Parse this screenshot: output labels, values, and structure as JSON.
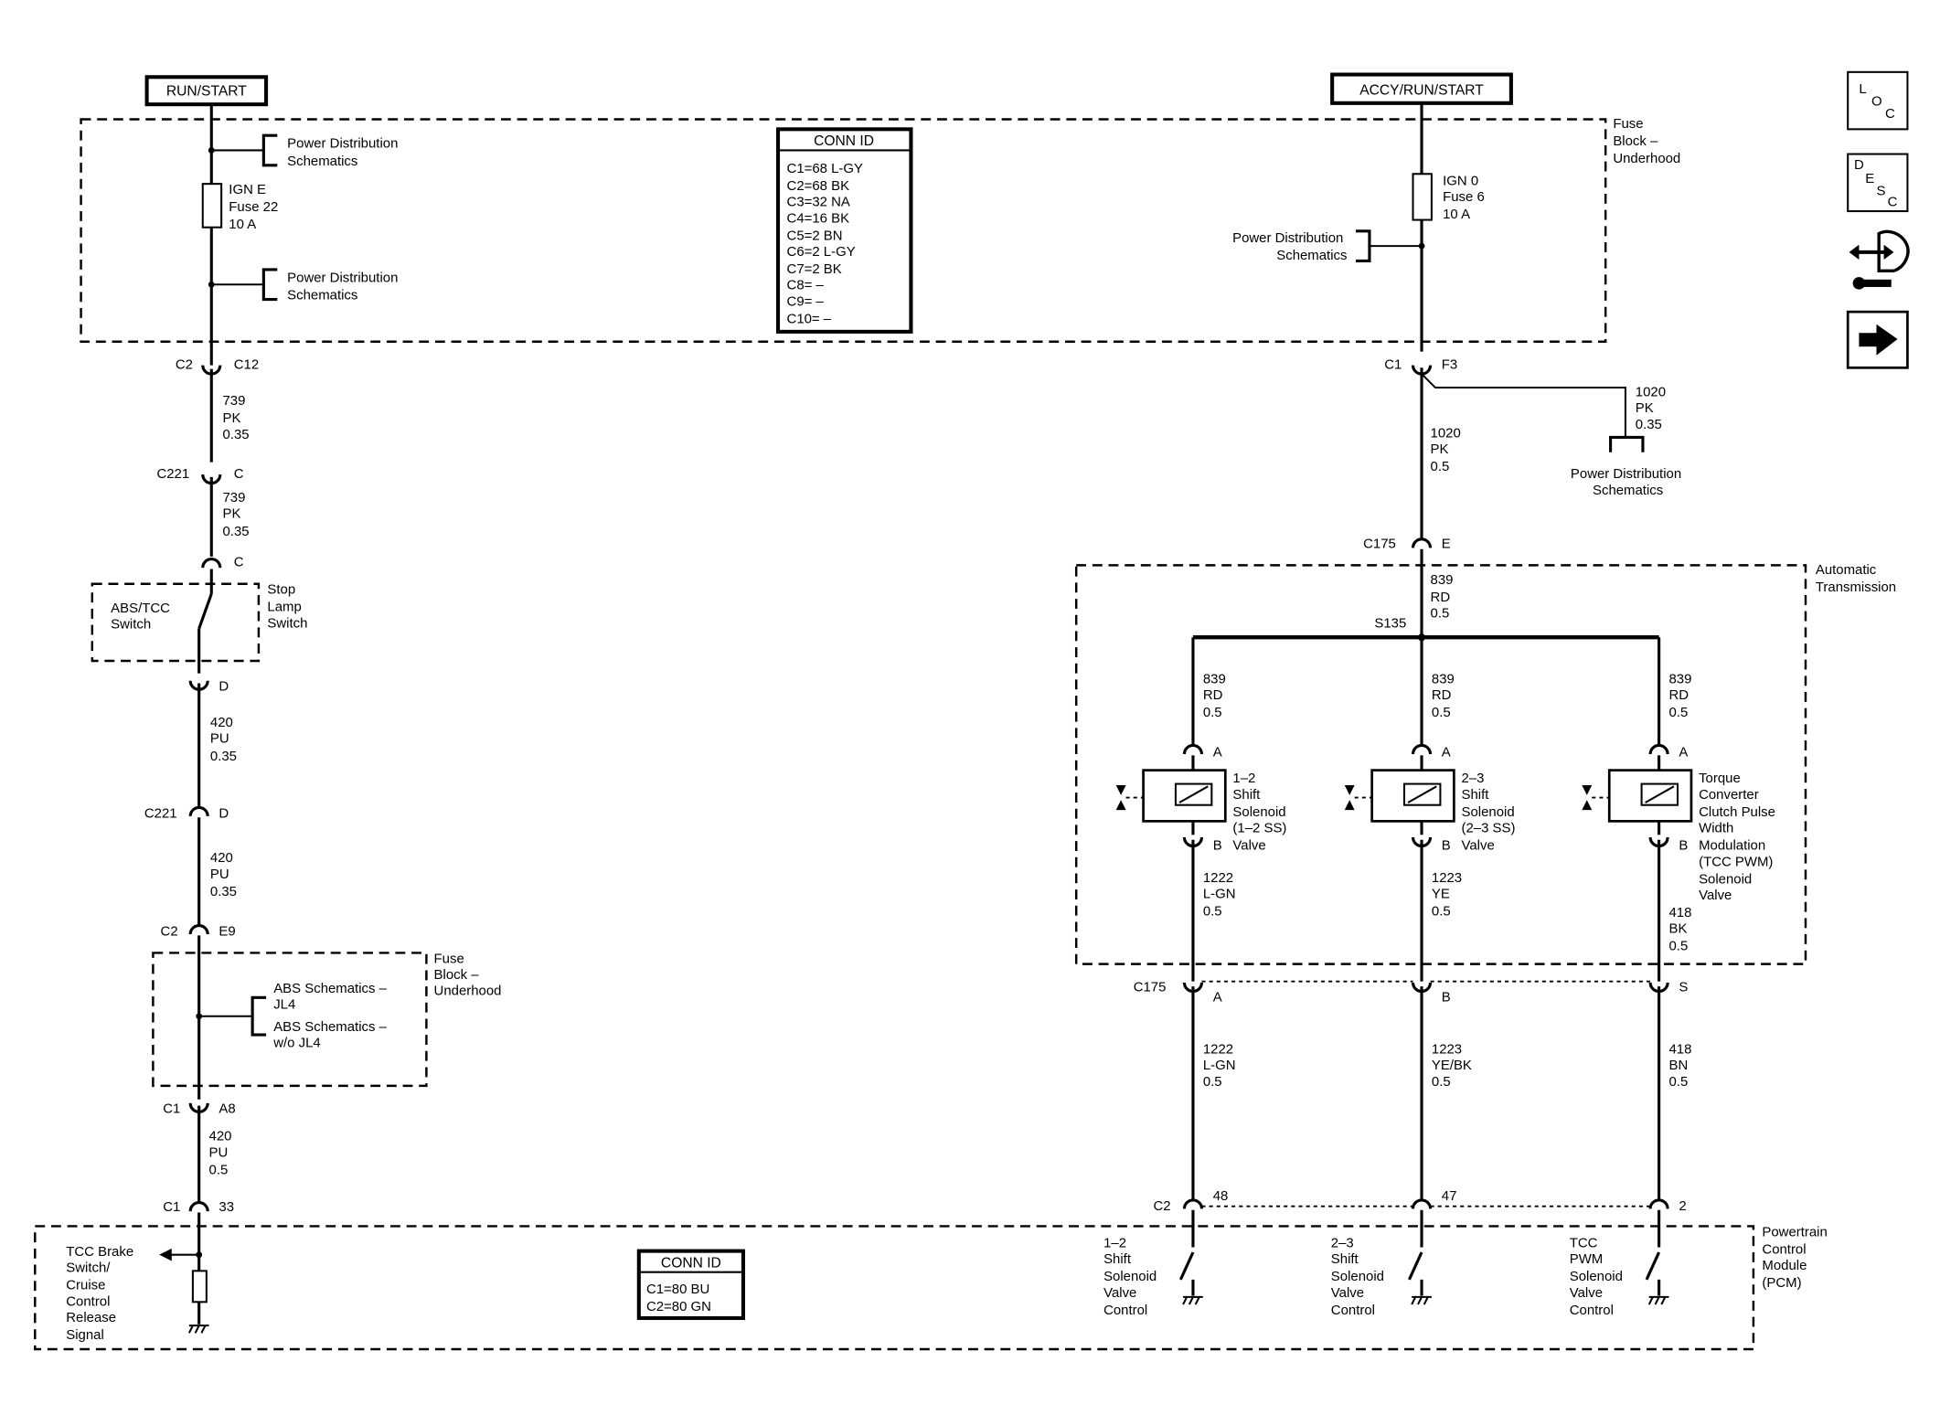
{
  "power_sources": {
    "left": "RUN/START",
    "right": "ACCY/RUN/START"
  },
  "conn_id_table_1": {
    "title": "CONN ID",
    "rows": [
      "C1=68 L-GY",
      "C2=68 BK",
      "C3=32 NA",
      "C4=16 BK",
      "C5=2 BN",
      "C6=2 L-GY",
      "C7=2 BK",
      "C8= –",
      "C9= –",
      "C10= –"
    ]
  },
  "conn_id_table_2": {
    "title": "CONN ID",
    "rows": [
      "C1=80 BU",
      "C2=80 GN"
    ]
  },
  "fuse_block": {
    "lines": [
      "Fuse",
      "Block –",
      "Underhood"
    ]
  },
  "fuse_block_2": {
    "lines": [
      "Fuse",
      "Block –",
      "Underhood"
    ]
  },
  "auto_trans": {
    "lines": [
      "Automatic",
      "Transmission"
    ]
  },
  "pcm": {
    "lines": [
      "Powertrain",
      "Control",
      "Module",
      "(PCM)"
    ]
  },
  "fuse_left": {
    "lines": [
      "IGN E",
      "Fuse 22",
      "10 A"
    ]
  },
  "fuse_right": {
    "lines": [
      "IGN 0",
      "Fuse 6",
      "10 A"
    ]
  },
  "pds": {
    "lines": [
      "Power Distribution",
      "Schematics"
    ]
  },
  "switch_abs_tcc": {
    "lines": [
      "ABS/TCC",
      "Switch"
    ]
  },
  "stop_lamp": {
    "lines": [
      "Stop",
      "Lamp",
      "Switch"
    ]
  },
  "abs_jl4": {
    "lines": [
      "ABS Schematics –",
      "JL4"
    ]
  },
  "abs_wo_jl4": {
    "lines": [
      "ABS Schematics –",
      "w/o JL4"
    ]
  },
  "tcc_signal": {
    "lines": [
      "TCC Brake",
      "Switch/",
      "Cruise",
      "Control",
      "Release",
      "Signal"
    ]
  },
  "solenoid_12": {
    "lines": [
      "1–2",
      "Shift",
      "Solenoid",
      "(1–2 SS)",
      "Valve"
    ]
  },
  "solenoid_23": {
    "lines": [
      "2–3",
      "Shift",
      "Solenoid",
      "(2–3 SS)",
      "Valve"
    ]
  },
  "solenoid_tcc": {
    "lines": [
      "Torque",
      "Converter",
      "Clutch Pulse",
      "Width",
      "Modulation",
      "(TCC PWM)",
      "Solenoid",
      "Valve"
    ]
  },
  "pcm_ctrl_12": {
    "lines": [
      "1–2",
      "Shift",
      "Solenoid",
      "Valve",
      "Control"
    ]
  },
  "pcm_ctrl_23": {
    "lines": [
      "2–3",
      "Shift",
      "Solenoid",
      "Valve",
      "Control"
    ]
  },
  "pcm_ctrl_tcc": {
    "lines": [
      "TCC",
      "PWM",
      "Solenoid",
      "Valve",
      "Control"
    ]
  },
  "wires": {
    "w739_a": [
      "739",
      "PK",
      "0.35"
    ],
    "w739_b": [
      "739",
      "PK",
      "0.35"
    ],
    "w420_a": [
      "420",
      "PU",
      "0.35"
    ],
    "w420_b": [
      "420",
      "PU",
      "0.35"
    ],
    "w420_c": [
      "420",
      "PU",
      "0.5"
    ],
    "w1020_a": [
      "1020",
      "PK",
      "0.35"
    ],
    "w1020_b": [
      "1020",
      "PK",
      "0.5"
    ],
    "w839_main": [
      "839",
      "RD",
      "0.5"
    ],
    "w839_1": [
      "839",
      "RD",
      "0.5"
    ],
    "w839_2": [
      "839",
      "RD",
      "0.5"
    ],
    "w839_3": [
      "839",
      "RD",
      "0.5"
    ],
    "w1222_a": [
      "1222",
      "L-GN",
      "0.5"
    ],
    "w1223_a": [
      "1223",
      "YE",
      "0.5"
    ],
    "w418_a": [
      "418",
      "BK",
      "0.5"
    ],
    "w1222_b": [
      "1222",
      "L-GN",
      "0.5"
    ],
    "w1223_b": [
      "1223",
      "YE/BK",
      "0.5"
    ],
    "w418_b": [
      "418",
      "BN",
      "0.5"
    ]
  },
  "connectors": {
    "l_c2": "C2",
    "l_c12": "C12",
    "l_c221a": "C221",
    "l_c_a": "C",
    "l_c_b": "C",
    "l_d_a": "D",
    "l_c221b": "C221",
    "l_d_b": "D",
    "l_c2b": "C2",
    "l_e9": "E9",
    "l_c1": "C1",
    "l_a8": "A8",
    "l_c1b": "C1",
    "l_33": "33",
    "r_c1": "C1",
    "r_f3": "F3",
    "r_c175": "C175",
    "r_e": "E",
    "r_s135": "S135",
    "s1_a": "A",
    "s2_a": "A",
    "s3_a": "A",
    "s1_b": "B",
    "s2_b": "B",
    "s3_b": "B",
    "r_c175b": "C175",
    "r_ca": "A",
    "r_cb": "B",
    "r_cs": "S",
    "r_c2": "C2",
    "r_48": "48",
    "r_47": "47",
    "r_2": "2"
  },
  "nav_buttons": [
    {
      "name": "loc",
      "letters": [
        "L",
        "O",
        "C"
      ]
    },
    {
      "name": "desc",
      "letters": [
        "D",
        "E",
        "S",
        "C"
      ]
    }
  ],
  "icons": [
    "loc-icon",
    "desc-icon",
    "connector-swap-icon",
    "next-arrow-icon"
  ]
}
